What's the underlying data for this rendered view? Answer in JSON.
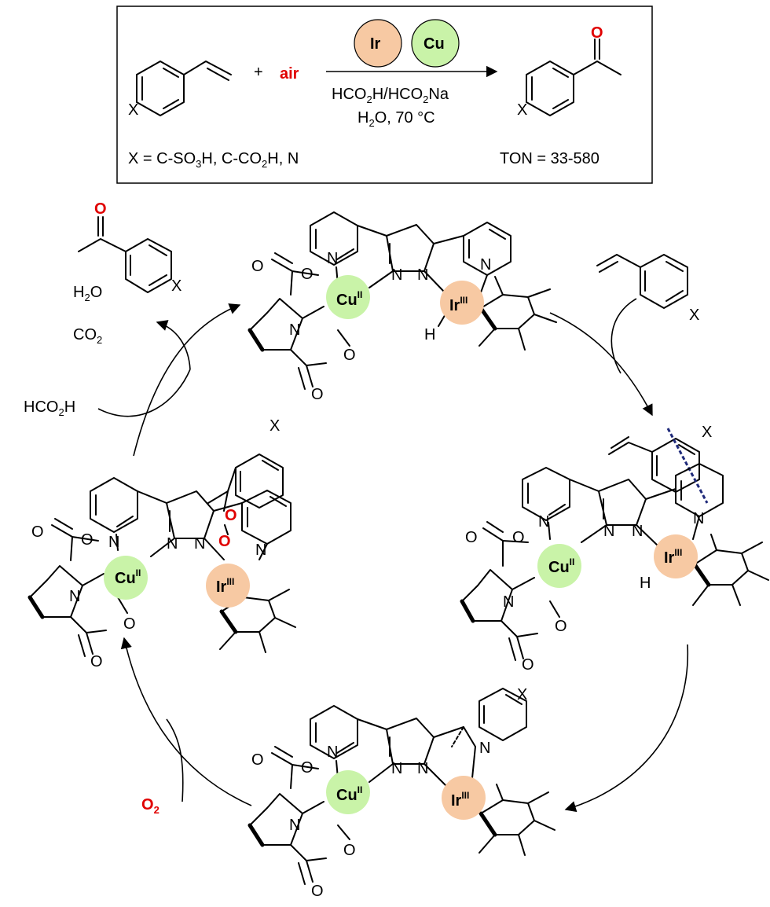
{
  "header": {
    "plus": "+",
    "air": "air",
    "metals": {
      "ir": "Ir",
      "cu": "Cu"
    },
    "conditions": {
      "line1_pre": "HCO",
      "line1_sub1": "2",
      "line1_mid": "H/HCO",
      "line1_sub2": "2",
      "line1_post": "Na",
      "line2_pre": "H",
      "line2_sub": "2",
      "line2_post": "O, 70 °C"
    },
    "scope": {
      "pre": "X = C-SO",
      "sub1": "3",
      "mid": "H, C-CO",
      "sub2": "2",
      "post": "H, N"
    },
    "ton": "TON = 33-580"
  },
  "atoms": {
    "X": "X",
    "N": "N",
    "O": "O",
    "H": "H"
  },
  "cycle": {
    "cu_ox": {
      "base": "Cu",
      "sup": "II"
    },
    "ir_ox": {
      "base": "Ir",
      "sup": "III"
    },
    "byproducts": {
      "water_pre": "H",
      "water_sub": "2",
      "water_post": "O",
      "co2_pre": "CO",
      "co2_sub": "2"
    },
    "formic": {
      "pre": "HCO",
      "sub": "2",
      "post": "H"
    },
    "oxygen": {
      "pre": "O",
      "sub": "2"
    }
  },
  "colors": {
    "ir_fill": "#f7c9a3",
    "cu_fill": "#c9f3a8",
    "red": "#e00000",
    "dashed_bond": "#1f2a7a",
    "box_border": "#000000"
  }
}
